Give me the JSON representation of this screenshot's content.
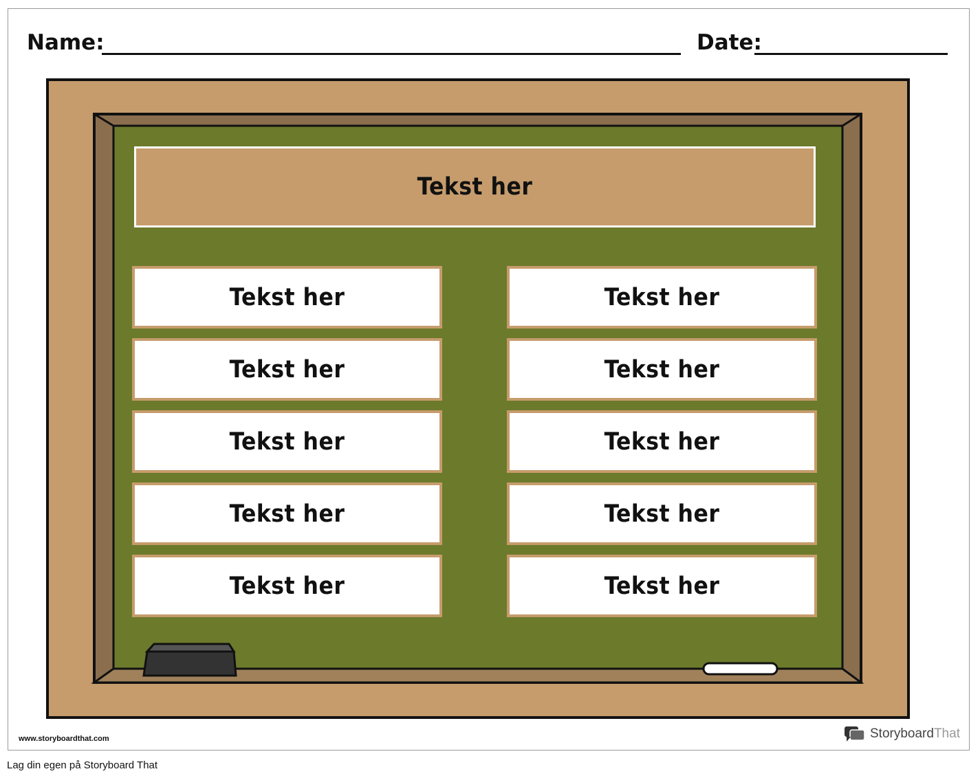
{
  "header": {
    "name_label": "Name:",
    "date_label": "Date:"
  },
  "board": {
    "title": "Tekst her",
    "left_items": [
      "Tekst her",
      "Tekst her",
      "Tekst her",
      "Tekst her",
      "Tekst her"
    ],
    "right_items": [
      "Tekst her",
      "Tekst her",
      "Tekst her",
      "Tekst her",
      "Tekst her"
    ]
  },
  "colors": {
    "frame": "#c69c6c",
    "bevel": "#8b6e4e",
    "chalkboard": "#6c7a2b",
    "item_border": "#c69c6c"
  },
  "icons": {
    "eraser": "eraser-icon",
    "chalk": "chalk-icon",
    "logo": "storyboardthat-logo-icon"
  },
  "footer": {
    "url": "www.storyboardthat.com",
    "brand_part1": "Storyboard",
    "brand_part2": "That",
    "caption": "Lag din egen på Storyboard That"
  }
}
